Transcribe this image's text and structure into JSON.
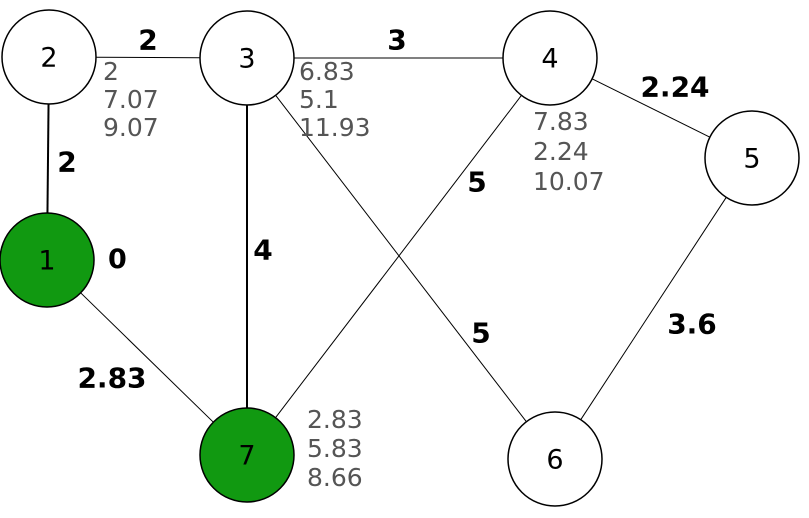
{
  "colors": {
    "visited_fill": "#119911",
    "unvisited_fill": "#ffffff",
    "stroke": "#000000",
    "annotation_text": "#555555"
  },
  "nodes": [
    {
      "id": "1",
      "label": "1",
      "visited": true
    },
    {
      "id": "2",
      "label": "2",
      "visited": false
    },
    {
      "id": "3",
      "label": "3",
      "visited": false
    },
    {
      "id": "4",
      "label": "4",
      "visited": false
    },
    {
      "id": "5",
      "label": "5",
      "visited": false
    },
    {
      "id": "6",
      "label": "6",
      "visited": false
    },
    {
      "id": "7",
      "label": "7",
      "visited": true
    }
  ],
  "edges": [
    {
      "from": "1",
      "to": "2",
      "weight": "2"
    },
    {
      "from": "2",
      "to": "3",
      "weight": "2"
    },
    {
      "from": "3",
      "to": "4",
      "weight": "3"
    },
    {
      "from": "4",
      "to": "5",
      "weight": "2.24"
    },
    {
      "from": "3",
      "to": "7",
      "weight": "4"
    },
    {
      "from": "4",
      "to": "7",
      "weight": "5"
    },
    {
      "from": "3",
      "to": "6",
      "weight": "5"
    },
    {
      "from": "5",
      "to": "6",
      "weight": "3.6"
    },
    {
      "from": "1",
      "to": "7",
      "weight": "2.83"
    }
  ],
  "annotations": [
    {
      "node": "1",
      "lines": [
        "0"
      ]
    },
    {
      "node": "2",
      "lines": [
        "2",
        "7.07",
        "9.07"
      ]
    },
    {
      "node": "3",
      "lines": [
        "6.83",
        "5.1",
        "11.93"
      ]
    },
    {
      "node": "4",
      "lines": [
        "7.83",
        "2.24",
        "10.07"
      ]
    },
    {
      "node": "7",
      "lines": [
        "2.83",
        "5.83",
        "8.66"
      ]
    }
  ]
}
